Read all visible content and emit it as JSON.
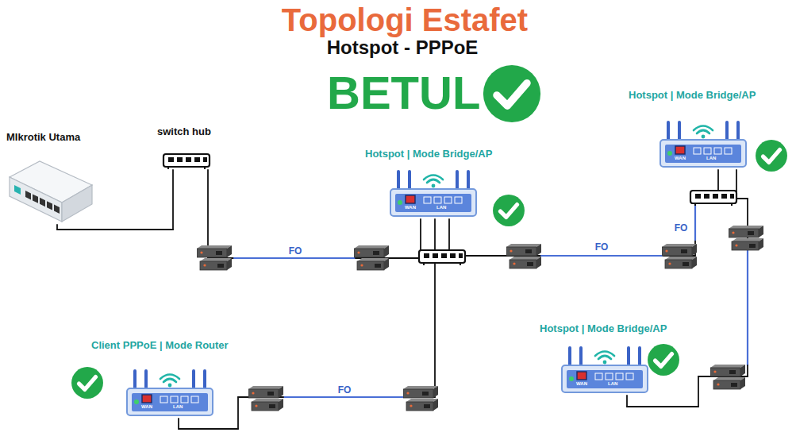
{
  "diagram": {
    "title": "Topologi Estafet",
    "nodes": [
      {
        "text": [
          "MIkrotik Utama"
        ]
      },
      {
        "text": [
          "switch hub"
        ]
      },
      {
        "text": [
          "Hotspot | Mode Bridge/AP"
        ]
      },
      {
        "text": [
          "Hotspot | Mode Bridge/AP"
        ]
      },
      {
        "text": [
          "Hotspot | Mode Bridge/AP"
        ]
      },
      {
        "text": [
          "Client PPPoE | Mode Router"
        ]
      }
    ],
    "edges": [
      {
        "from": 0,
        "to": 1,
        "arrow": "none"
      },
      {
        "from": 1,
        "to": 2,
        "label": "FO",
        "arrow": "none"
      },
      {
        "from": 2,
        "to": 3,
        "label": "FO",
        "arrow": "none"
      },
      {
        "from": 3,
        "to": 4,
        "arrow": "none"
      },
      {
        "from": 2,
        "to": 5,
        "label": "FO",
        "arrow": "none"
      }
    ],
    "labels": [
      "Hotspot - PPPoE",
      "BETUL",
      "FO",
      "WAN",
      "LAN",
      "WAN",
      "LAN",
      "WAN",
      "LAN",
      "WAN",
      "LAN"
    ]
  }
}
